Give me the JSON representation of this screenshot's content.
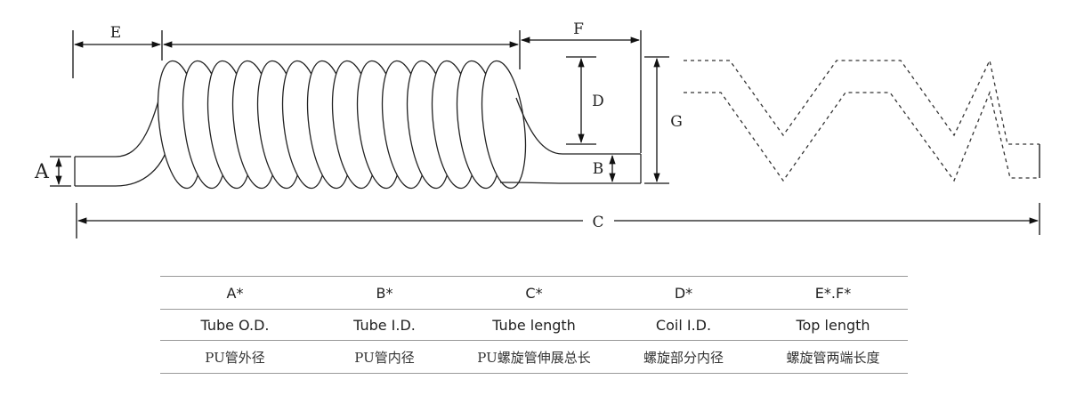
{
  "labels": {
    "A": "A",
    "B": "B",
    "C": "C",
    "D": "D",
    "E": "E",
    "F": "F",
    "G": "G"
  },
  "table": {
    "headers": [
      "A*",
      "B*",
      "C*",
      "D*",
      "E*.F*"
    ],
    "english": [
      "Tube O.D.",
      "Tube I.D.",
      "Tube length",
      "Coil I.D.",
      "Top length"
    ],
    "chinese": [
      "PU管外径",
      "PU管内径",
      "PU螺旋管伸展总长",
      "螺旋部分内径",
      "螺旋管两端长度"
    ]
  }
}
